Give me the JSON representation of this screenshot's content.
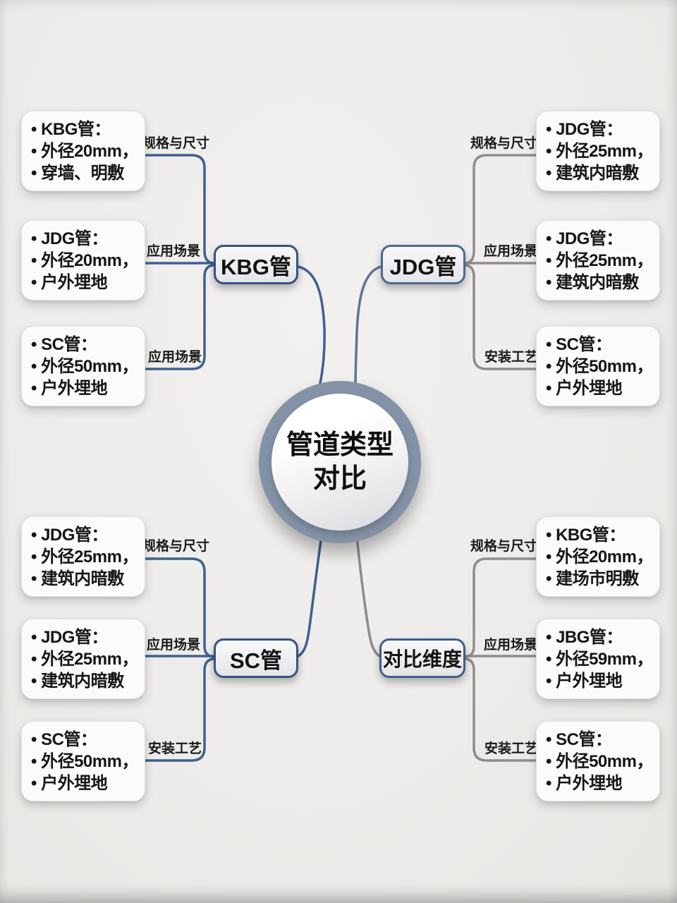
{
  "page": {
    "background": "#edecea"
  },
  "colors": {
    "blue_line": "#3f618e",
    "gray_line": "#8d8d8d",
    "steel_line": "#5d7495",
    "ring": "#8492a7",
    "node_border_kbg": "#33547e",
    "node_border_jdg": "#4d6890",
    "node_border_sc": "#33547e",
    "node_border_dim": "#3c5f8b"
  },
  "center": {
    "line1": "管道类型",
    "line2": "对比"
  },
  "branches": {
    "kbg": {
      "label": "KBG管",
      "leaves": [
        {
          "edge_label": "规格与尺寸",
          "items": [
            "• KBG管：",
            "• 外径20mm，",
            "• 穿墙、明敷"
          ]
        },
        {
          "edge_label": "应用场景",
          "items": [
            "• JDG管：",
            "• 外径20mm，",
            "• 户外埋地"
          ]
        },
        {
          "edge_label": "应用场景",
          "items": [
            "• SC管：",
            "• 外径50mm，",
            "• 户外埋地"
          ]
        }
      ]
    },
    "jdg": {
      "label": "JDG管",
      "leaves": [
        {
          "edge_label": "规格与尺寸",
          "items": [
            "• JDG管：",
            "• 外径25mm，",
            "• 建筑内暗敷"
          ]
        },
        {
          "edge_label": "应用场景",
          "items": [
            "• JDG管：",
            "• 外径25mm，",
            "• 建筑内暗敷"
          ]
        },
        {
          "edge_label": "安装工艺",
          "items": [
            "• SC管：",
            "• 外径50mm，",
            "• 户外埋地"
          ]
        }
      ]
    },
    "sc": {
      "label": "SC管",
      "leaves": [
        {
          "edge_label": "规格与尺寸",
          "items": [
            "• JDG管：",
            "• 外径25mm，",
            "• 建筑内暗敷"
          ]
        },
        {
          "edge_label": "应用场景",
          "items": [
            "• JDG管：",
            "• 外径25mm，",
            "• 建筑内暗敷"
          ]
        },
        {
          "edge_label": "安装工艺",
          "items": [
            "• SC管：",
            "• 外径50mm，",
            "• 户外埋地"
          ]
        }
      ]
    },
    "dim": {
      "label": "对比维度",
      "leaves": [
        {
          "edge_label": "规格与尺寸",
          "items": [
            "• KBG管：",
            "• 外径20mm，",
            "• 建场市明敷"
          ]
        },
        {
          "edge_label": "应用场景",
          "items": [
            "• JBG管：",
            "• 外径59mm，",
            "• 户外埋地"
          ]
        },
        {
          "edge_label": "安装工艺",
          "items": [
            "• SC管：",
            "• 外径50mm，",
            "• 户外埋地"
          ]
        }
      ]
    }
  }
}
